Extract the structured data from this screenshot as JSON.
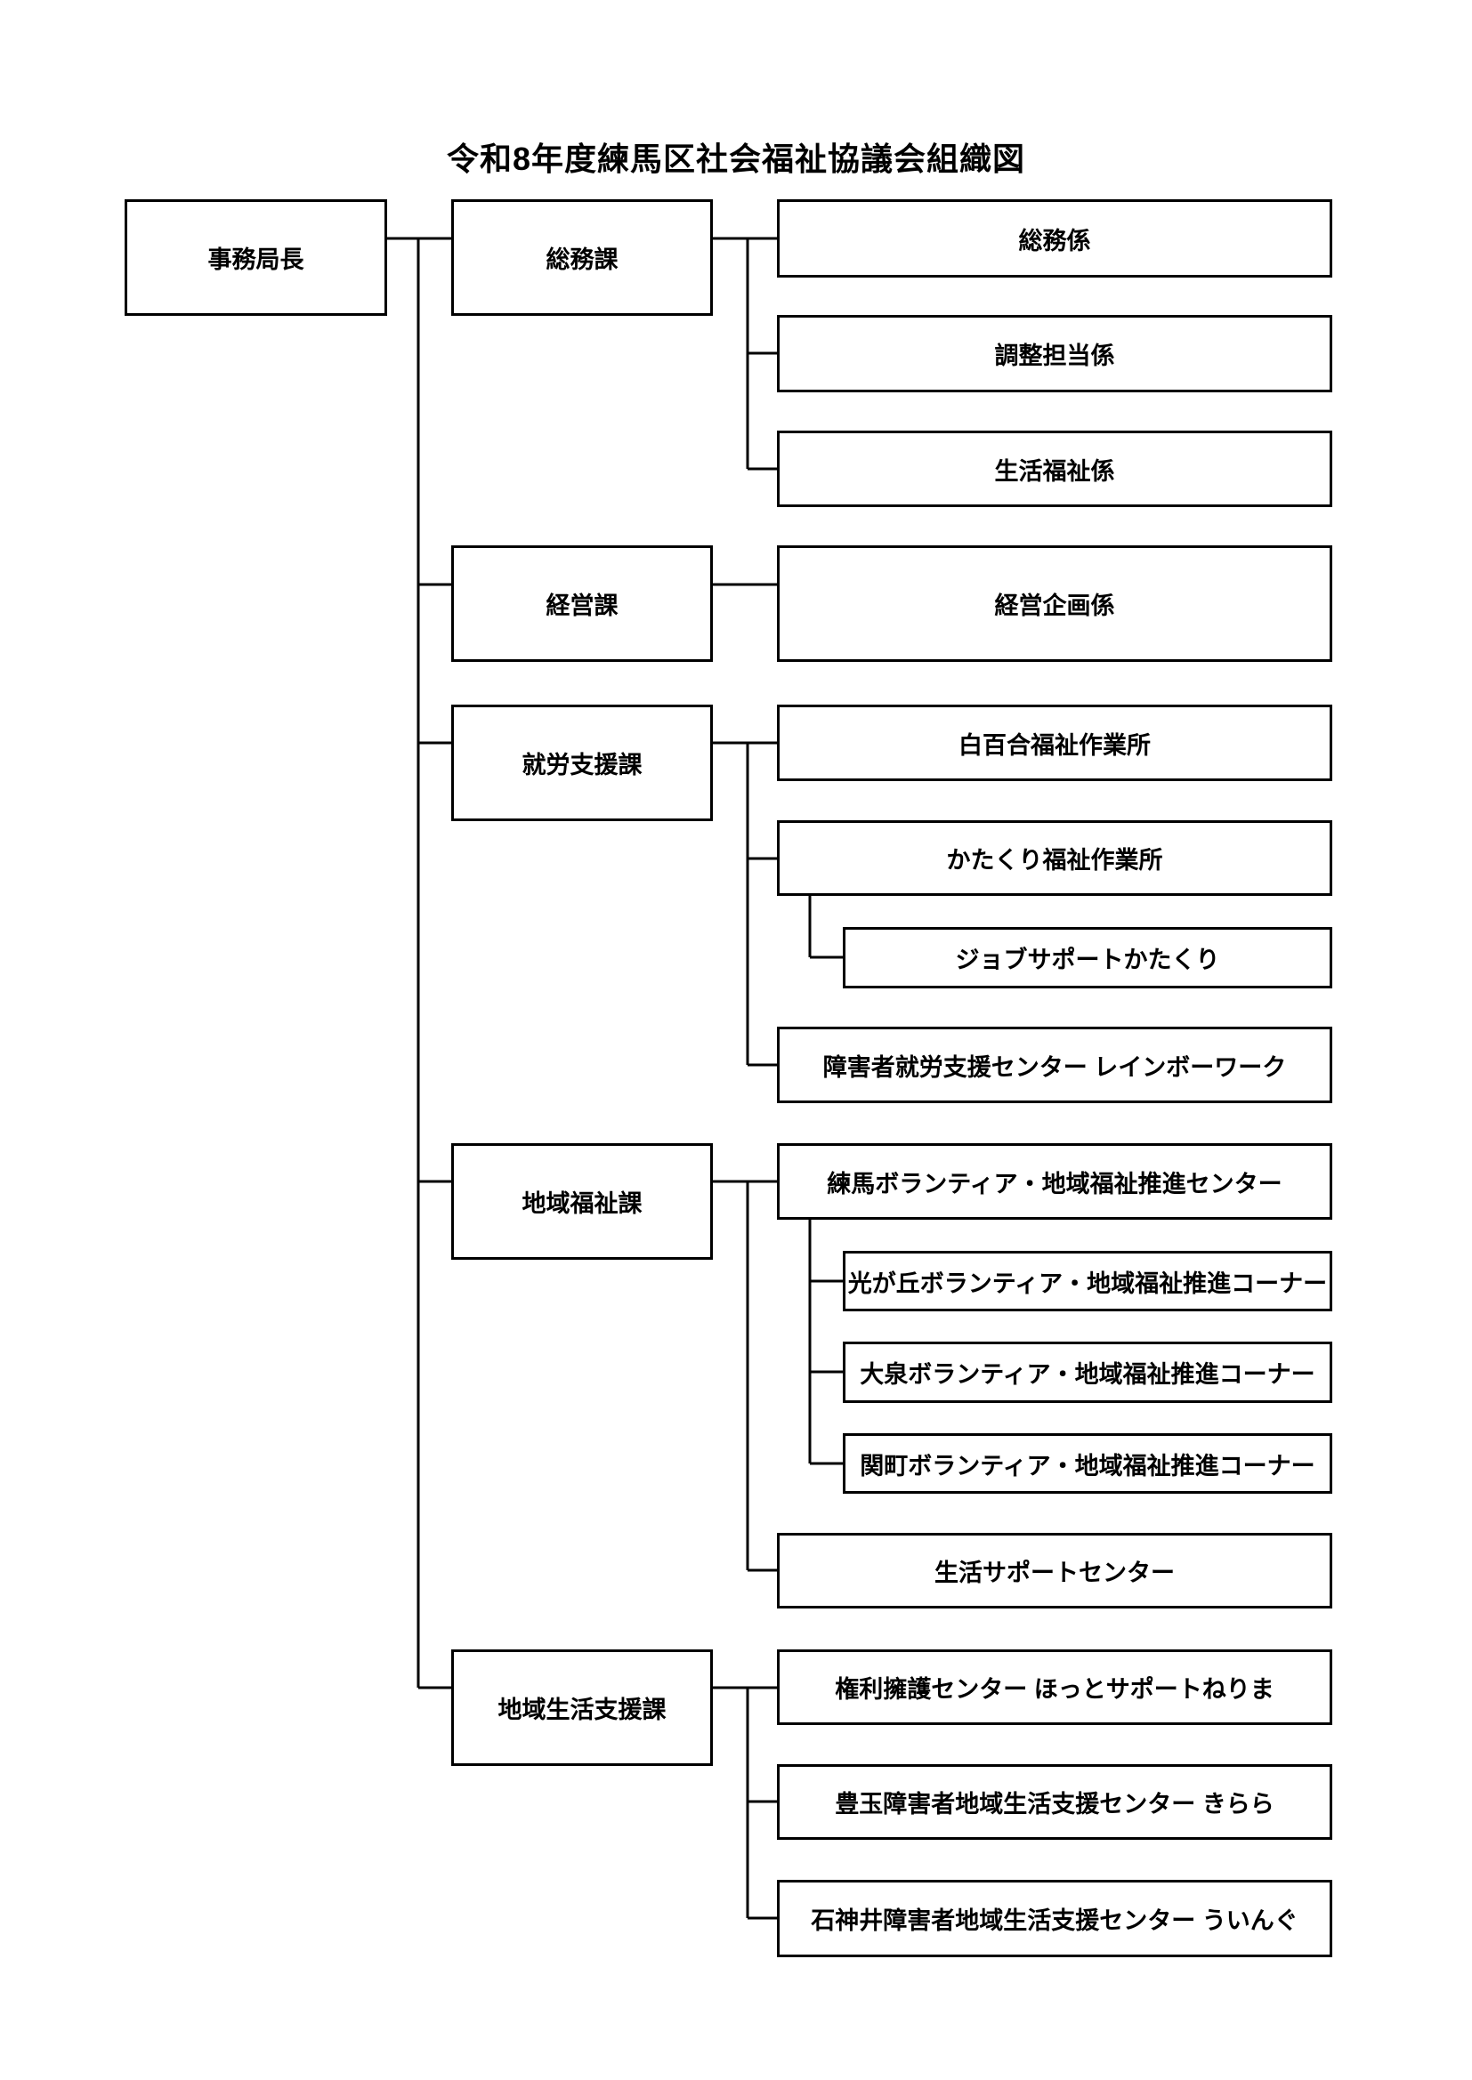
{
  "page": {
    "title": "令和8年度練馬区社会福祉協議会組織図"
  },
  "org": {
    "root": {
      "label": "事務局長"
    },
    "divisions": [
      {
        "label": "総務課",
        "sections": [
          {
            "label": "総務係"
          },
          {
            "label": "調整担当係"
          },
          {
            "label": "生活福祉係"
          }
        ]
      },
      {
        "label": "経営課",
        "sections": [
          {
            "label": "経営企画係"
          }
        ]
      },
      {
        "label": "就労支援課",
        "sections": [
          {
            "label": "白百合福祉作業所"
          },
          {
            "label": "かたくり福祉作業所",
            "sub": [
              {
                "label": "ジョブサポートかたくり"
              }
            ]
          },
          {
            "label": "障害者就労支援センター レインボーワーク"
          }
        ]
      },
      {
        "label": "地域福祉課",
        "sections": [
          {
            "label": "練馬ボランティア・地域福祉推進センター",
            "sub": [
              {
                "label": "光が丘ボランティア・地域福祉推進コーナー"
              },
              {
                "label": "大泉ボランティア・地域福祉推進コーナー"
              },
              {
                "label": "関町ボランティア・地域福祉推進コーナー"
              }
            ]
          },
          {
            "label": "生活サポートセンター"
          }
        ]
      },
      {
        "label": "地域生活支援課",
        "sections": [
          {
            "label": "権利擁護センター ほっとサポートねりま"
          },
          {
            "label": "豊玉障害者地域生活支援センター きらら"
          },
          {
            "label": "石神井障害者地域生活支援センター ういんぐ"
          }
        ]
      }
    ]
  },
  "colors": {
    "background": "#ffffff",
    "box_fill": "#ffffff",
    "box_border": "#000000",
    "line": "#000000",
    "text": "#000000"
  }
}
